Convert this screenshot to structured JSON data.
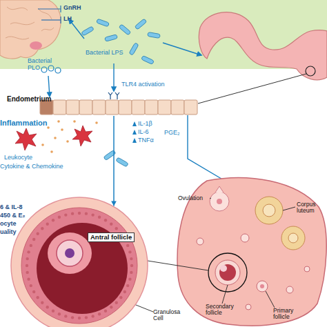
{
  "diagram": {
    "nodes": [
      {
        "text": [
          "Endometrium"
        ]
      },
      {
        "text": [
          "Antral follicle"
        ]
      }
    ],
    "edges": [
      {
        "from": 0,
        "to": 1,
        "arrow": "to"
      }
    ],
    "labels": [
      "GnRH",
      "LH",
      "Bacterial LPS",
      "Bacterial PLO",
      "TLR4 activation",
      "Inflammation",
      "Leukocyte",
      "Cytokine & Chemokine",
      "IL-1β",
      "IL-6",
      "TNFα",
      "PGE₂",
      "6 & IL-8",
      "450 & E₂",
      "ocyte",
      "uality",
      "Ovulation",
      "Corpus luteum",
      "Secondary follicle",
      "Primary follicle",
      "Granulosa Cell"
    ]
  }
}
